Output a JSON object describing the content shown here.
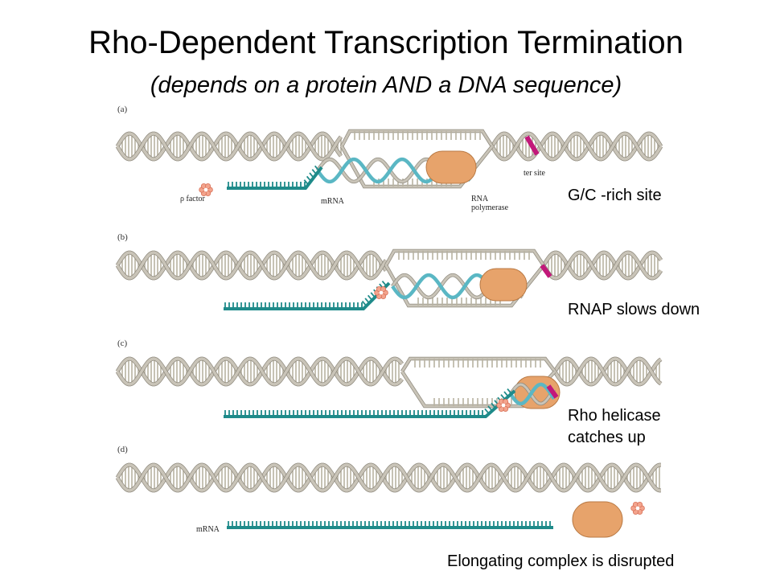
{
  "title": "Rho-Dependent Transcription Termination",
  "subtitle": "(depends on a protein AND a DNA sequence)",
  "panels": [
    {
      "letter": "(a)",
      "side_label": "G/C -rich site",
      "figure_labels": {
        "rho": "ρ factor",
        "mrna": "mRNA",
        "rnap_line1": "RNA",
        "rnap_line2": "polymerase",
        "ter": "ter site"
      }
    },
    {
      "letter": "(b)",
      "side_label": "RNAP slows down"
    },
    {
      "letter": "(c)",
      "side_label_line1": "Rho helicase",
      "side_label_line2": "catches up"
    },
    {
      "letter": "(d)",
      "side_label": "Elongating complex is disrupted",
      "figure_labels": {
        "mrna": "mRNA"
      }
    }
  ],
  "colors": {
    "dna_backbone": "#c9c4b8",
    "dna_rungs": "#b8b2a2",
    "mrna": "#1f8b8a",
    "rna_in_bubble": "#5ab7c4",
    "polymerase": "#e7a36b",
    "rho": "#f3a48d",
    "ter_site": "#c2187a"
  }
}
